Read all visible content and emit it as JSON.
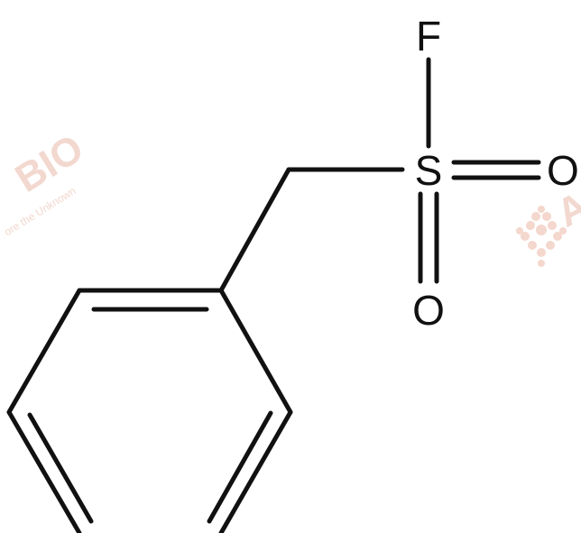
{
  "molecule": {
    "atoms": {
      "fluorine": "F",
      "sulfur": "S",
      "oxygen_right": "O",
      "oxygen_bottom": "O"
    }
  },
  "watermark": {
    "left_brand": "BIO",
    "left_tagline": "ore the Unknown",
    "right_brand": "A",
    "color": "#f2d8cf"
  }
}
